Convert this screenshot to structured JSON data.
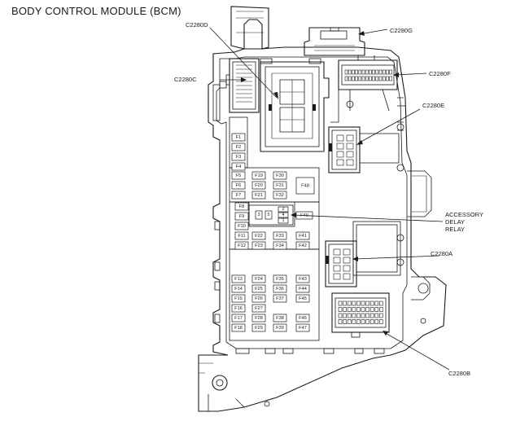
{
  "title": "BODY CONTROL MODULE (BCM)",
  "connectors": {
    "c2280d": "C2280D",
    "c2280c": "C2280C",
    "c2280g": "C2280G",
    "c2280f": "C2280F",
    "c2280e": "C2280E",
    "c2280a": "C2280A",
    "c2280b": "C2280B"
  },
  "relay_label": [
    "ACCESSORY",
    "DELAY",
    "RELAY"
  ],
  "relay_pins": [
    "3",
    "5",
    "2",
    "4",
    "1"
  ],
  "fuses": {
    "upper_left": [
      "F1",
      "F2",
      "F3",
      "F4"
    ],
    "row_a": [
      [
        "F5",
        "F19",
        "F30"
      ],
      [
        "F6",
        "F20",
        "F31"
      ],
      [
        "F7",
        "F21",
        "F32"
      ]
    ],
    "f48": "F48",
    "mid_left": [
      "F8",
      "F9",
      "F10",
      "F11",
      "F12"
    ],
    "f40": "F40",
    "row_b": [
      [
        "F22",
        "F33",
        "F41"
      ],
      [
        "F23",
        "F34",
        "F42"
      ]
    ],
    "lower": [
      [
        "F13",
        "F24",
        "F35",
        "F43"
      ],
      [
        "F14",
        "F25",
        "F36",
        "F44"
      ],
      [
        "F15",
        "F26",
        "F37",
        "F45"
      ],
      [
        "F16",
        "F27",
        "",
        ""
      ],
      [
        "F17",
        "F28",
        "F38",
        "F46"
      ],
      [
        "F18",
        "F29",
        "F39",
        "F47"
      ]
    ]
  }
}
